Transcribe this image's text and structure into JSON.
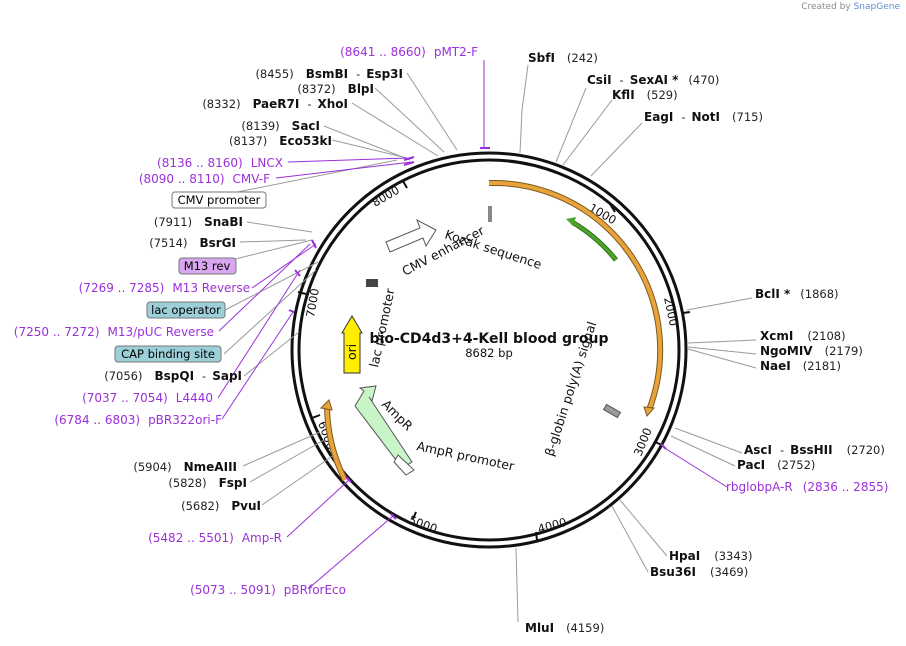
{
  "credit": {
    "prefix": "Created by",
    "brand": "SnapGene"
  },
  "plasmid": {
    "name": "bio-CD4d3+4-Kell blood group",
    "length": "8682 bp"
  },
  "ticks": [
    "1000",
    "2000",
    "3000",
    "4000",
    "5000",
    "6000",
    "7000",
    "8000"
  ],
  "enzymes": [
    {
      "name": "SbfI",
      "pos": "(242)"
    },
    {
      "name": "CsiI",
      "sep": "-",
      "name2": "SexAI *",
      "pos": "(470)"
    },
    {
      "name": "KflI",
      "pos": "(529)"
    },
    {
      "name": "EagI",
      "sep": "-",
      "name2": "NotI",
      "pos": "(715)"
    },
    {
      "name": "BclI *",
      "pos": "(1868)"
    },
    {
      "name": "XcmI",
      "pos": "(2108)"
    },
    {
      "name": "NgoMIV",
      "pos": "(2179)"
    },
    {
      "name": "NaeI",
      "pos": "(2181)"
    },
    {
      "name": "AscI",
      "sep": "-",
      "name2": "BssHII",
      "pos": "(2720)"
    },
    {
      "name": "PacI",
      "pos": "(2752)"
    },
    {
      "name": "HpaI",
      "pos": "(3343)"
    },
    {
      "name": "Bsu36I",
      "pos": "(3469)"
    },
    {
      "name": "MluI",
      "pos": "(4159)"
    },
    {
      "name": "PvuI",
      "pos": "(5682)"
    },
    {
      "name": "FspI",
      "pos": "(5828)"
    },
    {
      "name": "NmeAIII",
      "pos": "(5904)"
    },
    {
      "name": "BspQI",
      "sep": "-",
      "name2": "SapI",
      "pos": "(7056)"
    },
    {
      "name": "BsrGI",
      "pos": "(7514)"
    },
    {
      "name": "SnaBI",
      "pos": "(7911)"
    },
    {
      "name": "Eco53kI",
      "pos": "(8137)"
    },
    {
      "name": "SacI",
      "pos": "(8139)"
    },
    {
      "name": "PaeR7I",
      "sep": "-",
      "name2": "XhoI",
      "pos": "(8332)"
    },
    {
      "name": "BlpI",
      "pos": "(8372)"
    },
    {
      "name": "BsmBI",
      "sep": "-",
      "name2": "Esp3I",
      "pos": "(8455)"
    }
  ],
  "primers": [
    {
      "name": "pMT2-F",
      "range": "(8641 .. 8660)"
    },
    {
      "name": "LNCX",
      "range": "(8136 .. 8160)"
    },
    {
      "name": "CMV-F",
      "range": "(8090 .. 8110)"
    },
    {
      "name": "M13 Reverse",
      "range": "(7269 .. 7285)"
    },
    {
      "name": "M13/pUC Reverse",
      "range": "(7250 .. 7272)"
    },
    {
      "name": "L4440",
      "range": "(7037 .. 7054)"
    },
    {
      "name": "pBR322ori-F",
      "range": "(6784 .. 6803)"
    },
    {
      "name": "Amp-R",
      "range": "(5482 .. 5501)"
    },
    {
      "name": "pBRforEco",
      "range": "(5073 .. 5091)"
    },
    {
      "name": "rbglobpA-R",
      "range": "(2836 .. 2855)"
    }
  ],
  "boxed_features": [
    {
      "name": "CMV promoter",
      "color": "#ffffff"
    },
    {
      "name": "M13 rev",
      "color": "#d9a7f0"
    },
    {
      "name": "lac operator",
      "color": "#9ccfd8"
    },
    {
      "name": "CAP binding site",
      "color": "#9ccfd8"
    }
  ],
  "inner_features": {
    "cmv_enhancer": "CMV enhancer",
    "kozak": "Kozak sequence",
    "lac_promoter": "lac promoter",
    "ori": "ori",
    "ampr": "AmpR",
    "ampr_promoter": "AmpR promoter",
    "bglobin": "β-globin poly(A) signal"
  },
  "colors": {
    "primer": "#9b30d9",
    "orf": "#e8a33a",
    "green": "#4aa629",
    "ori": "#ffee00",
    "ampr": "#c8f5c8",
    "gray": "#9a9a9a"
  }
}
